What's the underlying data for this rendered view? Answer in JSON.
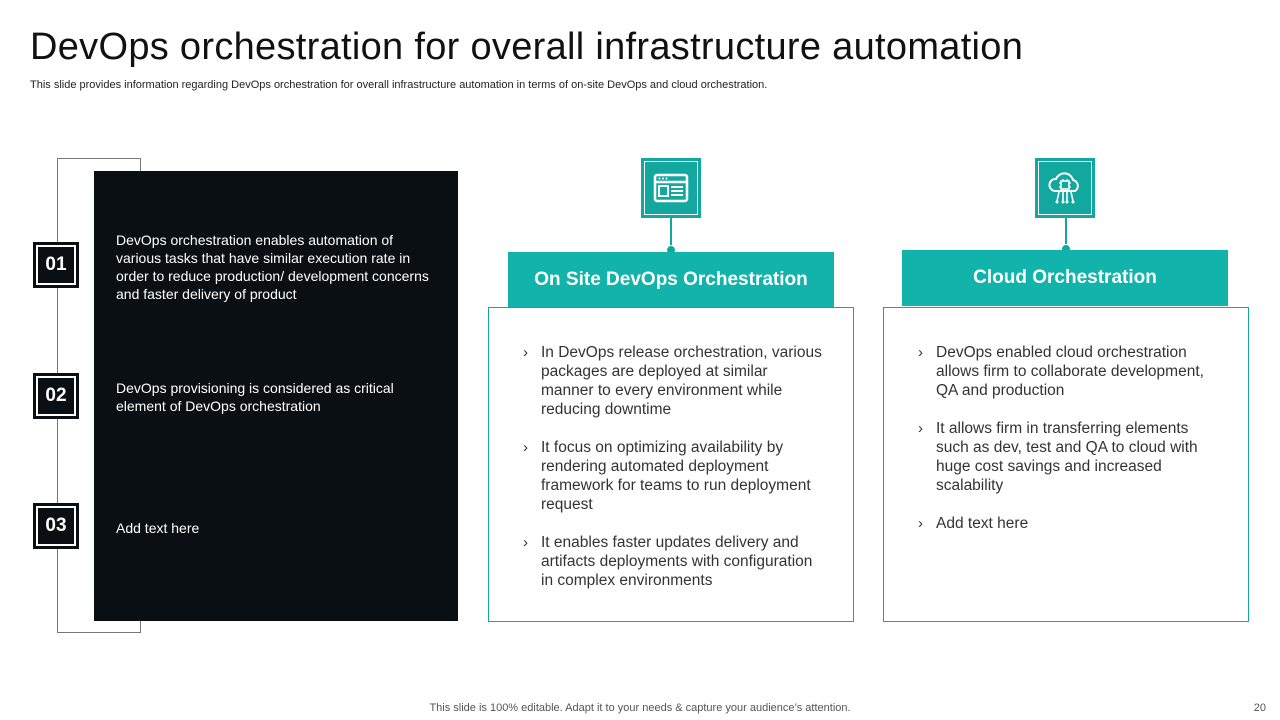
{
  "header": {
    "title": "DevOps orchestration for overall infrastructure automation",
    "subtitle": "This slide provides information regarding DevOps orchestration for overall infrastructure automation in terms of on-site DevOps and cloud orchestration."
  },
  "points": [
    {
      "number": "01",
      "text": "DevOps orchestration enables automation of various tasks that have similar execution rate in order to reduce production/ development concerns and faster delivery of product"
    },
    {
      "number": "02",
      "text": "DevOps provisioning is considered as critical element of DevOps orchestration"
    },
    {
      "number": "03",
      "text": "Add text here"
    }
  ],
  "cards": [
    {
      "icon": "browser-window-icon",
      "title": "On Site DevOps Orchestration",
      "bullets": [
        "In DevOps release orchestration, various packages are deployed at similar manner to every environment while reducing downtime",
        "It focus on optimizing availability by rendering automated deployment framework for teams to run deployment request",
        "It enables faster updates delivery and artifacts deployments with configuration in complex environments"
      ]
    },
    {
      "icon": "cloud-chip-icon",
      "title": "Cloud Orchestration",
      "bullets": [
        "DevOps enabled cloud orchestration allows firm to collaborate development, QA and production",
        "It allows firm in transferring elements such as dev, test and QA to cloud with huge cost savings and increased scalability",
        "Add text here"
      ]
    }
  ],
  "footer": {
    "note": "This slide is 100% editable. Adapt it to your needs & capture your audience’s attention.",
    "page": "20"
  },
  "colors": {
    "accent": "#12b3aa",
    "dark": "#0a0f14"
  },
  "bullet_glyph": "›"
}
